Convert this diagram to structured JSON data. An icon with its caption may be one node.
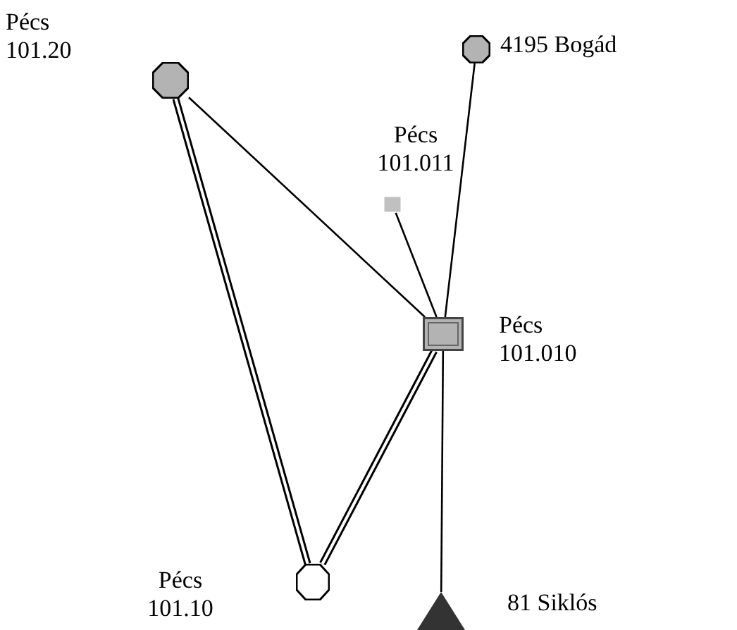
{
  "diagram": {
    "nodes": [
      {
        "text": [],
        "shape": "octagon",
        "beside": [
          "Pécs 101.20"
        ]
      },
      {
        "text": [],
        "shape": "octagon",
        "beside": [
          "4195 Bogád"
        ]
      },
      {
        "text": [],
        "shape": "box",
        "beside": [
          "Pécs 101.011"
        ]
      },
      {
        "text": [],
        "shape": "box",
        "beside": [
          "Pécs 101.010"
        ]
      },
      {
        "text": [],
        "shape": "octagon",
        "beside": [
          "Pécs 101.10"
        ]
      },
      {
        "text": [],
        "shape": "triangle",
        "beside": [
          "81 Siklós"
        ]
      }
    ],
    "edges": [
      {
        "from": 0,
        "to": 3,
        "arrow": "none"
      },
      {
        "from": 1,
        "to": 3,
        "arrow": "none"
      },
      {
        "from": 2,
        "to": 3,
        "arrow": "none"
      },
      {
        "from": 0,
        "to": 4,
        "arrow": "none",
        "style": "thick"
      },
      {
        "from": 3,
        "to": 4,
        "arrow": "none",
        "style": "thick"
      },
      {
        "from": 3,
        "to": 5,
        "arrow": "none"
      }
    ]
  }
}
